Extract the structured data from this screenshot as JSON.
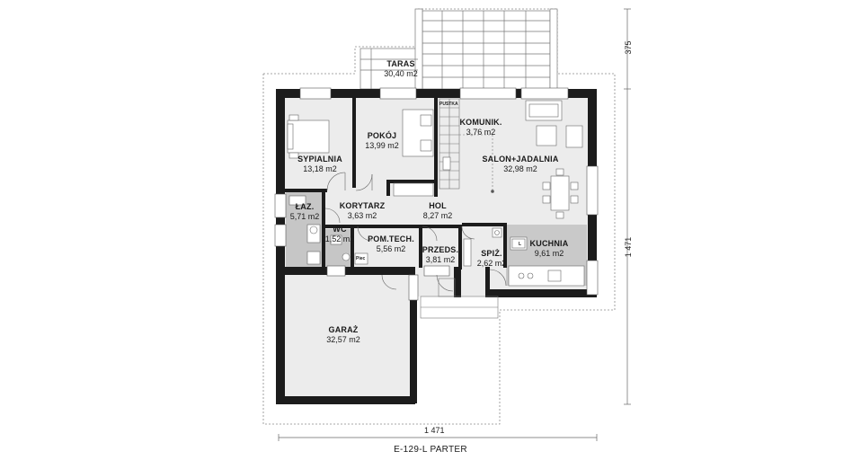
{
  "caption": "E-129-L PARTER",
  "dimensions": {
    "bottom_width": "1 471",
    "right_height": "1 471",
    "right_terrace": "375"
  },
  "rooms": {
    "taras": {
      "name": "TARAS",
      "area": "30,40 m2"
    },
    "sypialnia": {
      "name": "SYPIALNIA",
      "area": "13,18 m2"
    },
    "pokoj": {
      "name": "POKÓJ",
      "area": "13,99 m2"
    },
    "komunik": {
      "name": "KOMUNIK.",
      "area": "3,76 m2"
    },
    "salon": {
      "name": "SALON+JADALNIA",
      "area": "32,98 m2"
    },
    "lazienka": {
      "name": "ŁAZ.",
      "area": "5,71 m2"
    },
    "korytarz": {
      "name": "KORYTARZ",
      "area": "3,63 m2"
    },
    "hol": {
      "name": "HOL",
      "area": "8,27 m2"
    },
    "wc": {
      "name": "WC",
      "area": "1,52 m2"
    },
    "pomtech": {
      "name": "POM.TECH.",
      "area": "5,56 m2"
    },
    "przedsionek": {
      "name": "PRZEDS.",
      "area": "3,81 m2"
    },
    "spizarnia": {
      "name": "SPIŻ.",
      "area": "2,62 m2"
    },
    "kuchnia": {
      "name": "KUCHNIA",
      "area": "9,61 m2"
    },
    "garaz": {
      "name": "GARAŻ",
      "area": "32,57 m2"
    }
  },
  "small_labels": {
    "pustka": "PUSTKA",
    "piec": "Piec",
    "lodowka": "L"
  },
  "colors": {
    "wall": "#1c1c1c",
    "floor": "#ececec",
    "kitchen": "#c9c9c9",
    "bath": "#c6c6c6",
    "line": "#555555"
  }
}
